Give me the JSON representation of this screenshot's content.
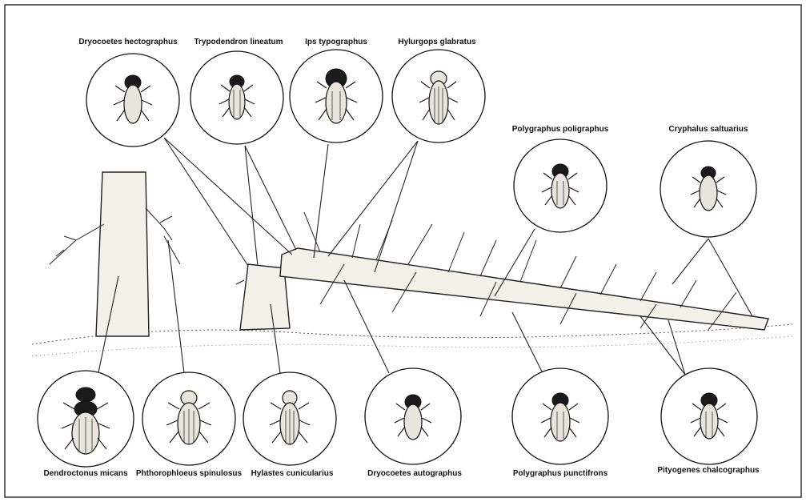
{
  "figure": {
    "border_color": "#333333"
  },
  "species": {
    "top": [
      {
        "name": "Dryocoetes hectographus"
      },
      {
        "name": "Trypodendron lineatum"
      },
      {
        "name": "Ips typographus"
      },
      {
        "name": "Hylurgops glabratus"
      }
    ],
    "right": [
      {
        "name": "Polygraphus poligraphus"
      },
      {
        "name": "Cryphalus saltuarius"
      }
    ],
    "bottom": [
      {
        "name": "Dendroctonus micans"
      },
      {
        "name": "Phthorophloeus spinulosus"
      },
      {
        "name": "Hylastes cunicularius"
      },
      {
        "name": "Dryocoetes autographus"
      },
      {
        "name": "Polygraphus punctifrons"
      },
      {
        "name": "Pityogenes chalcographus"
      }
    ]
  }
}
